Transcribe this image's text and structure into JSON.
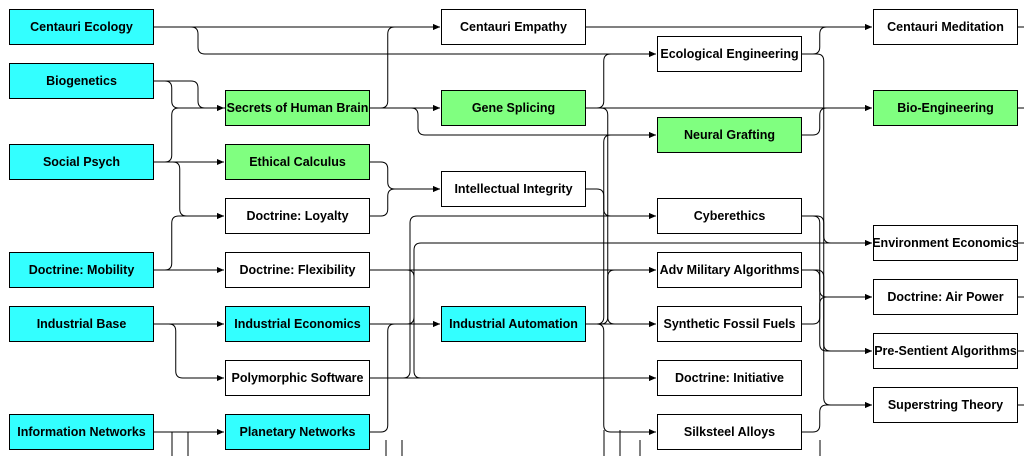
{
  "colors": {
    "cyan": "#33ffff",
    "green": "#80ff80",
    "white": "#ffffff",
    "edge": "#000000"
  },
  "nodes": [
    {
      "id": "centauri-ecology",
      "label": "Centauri Ecology",
      "color": "cyan"
    },
    {
      "id": "biogenetics",
      "label": "Biogenetics",
      "color": "cyan"
    },
    {
      "id": "social-psych",
      "label": "Social Psych",
      "color": "cyan"
    },
    {
      "id": "doctrine-mobility",
      "label": "Doctrine: Mobility",
      "color": "cyan"
    },
    {
      "id": "industrial-base",
      "label": "Industrial Base",
      "color": "cyan"
    },
    {
      "id": "information-networks",
      "label": "Information Networks",
      "color": "cyan"
    },
    {
      "id": "secrets-of-human-brain",
      "label": "Secrets of Human Brain",
      "color": "green"
    },
    {
      "id": "ethical-calculus",
      "label": "Ethical Calculus",
      "color": "green"
    },
    {
      "id": "doctrine-loyalty",
      "label": "Doctrine: Loyalty",
      "color": "white"
    },
    {
      "id": "doctrine-flexibility",
      "label": "Doctrine: Flexibility",
      "color": "white"
    },
    {
      "id": "industrial-economics",
      "label": "Industrial Economics",
      "color": "cyan"
    },
    {
      "id": "polymorphic-software",
      "label": "Polymorphic Software",
      "color": "white"
    },
    {
      "id": "planetary-networks",
      "label": "Planetary Networks",
      "color": "cyan"
    },
    {
      "id": "centauri-empathy",
      "label": "Centauri Empathy",
      "color": "white"
    },
    {
      "id": "gene-splicing",
      "label": "Gene Splicing",
      "color": "green"
    },
    {
      "id": "intellectual-integrity",
      "label": "Intellectual Integrity",
      "color": "white"
    },
    {
      "id": "industrial-automation",
      "label": "Industrial Automation",
      "color": "cyan"
    },
    {
      "id": "ecological-engineering",
      "label": "Ecological Engineering",
      "color": "white"
    },
    {
      "id": "neural-grafting",
      "label": "Neural Grafting",
      "color": "green"
    },
    {
      "id": "cyberethics",
      "label": "Cyberethics",
      "color": "white"
    },
    {
      "id": "adv-military-algorithms",
      "label": "Adv Military Algorithms",
      "color": "white"
    },
    {
      "id": "synthetic-fossil-fuels",
      "label": "Synthetic Fossil Fuels",
      "color": "white"
    },
    {
      "id": "doctrine-initiative",
      "label": "Doctrine: Initiative",
      "color": "white"
    },
    {
      "id": "silksteel-alloys",
      "label": "Silksteel Alloys",
      "color": "white"
    },
    {
      "id": "centauri-meditation",
      "label": "Centauri Meditation",
      "color": "white"
    },
    {
      "id": "bio-engineering",
      "label": "Bio-Engineering",
      "color": "green"
    },
    {
      "id": "environment-economics",
      "label": "Environment Economics",
      "color": "white"
    },
    {
      "id": "doctrine-air-power",
      "label": "Doctrine: Air Power",
      "color": "white"
    },
    {
      "id": "pre-sentient-algorithms",
      "label": "Pre-Sentient Algorithms",
      "color": "white"
    },
    {
      "id": "superstring-theory",
      "label": "Superstring Theory",
      "color": "white"
    }
  ],
  "edges": [
    {
      "from": "biogenetics",
      "to": "secrets-of-human-brain"
    },
    {
      "from": "social-psych",
      "to": "secrets-of-human-brain"
    },
    {
      "from": "social-psych",
      "to": "ethical-calculus"
    },
    {
      "from": "social-psych",
      "to": "doctrine-loyalty"
    },
    {
      "from": "doctrine-mobility",
      "to": "doctrine-loyalty"
    },
    {
      "from": "doctrine-mobility",
      "to": "doctrine-flexibility"
    },
    {
      "from": "industrial-base",
      "to": "industrial-economics"
    },
    {
      "from": "industrial-base",
      "to": "polymorphic-software"
    },
    {
      "from": "information-networks",
      "to": "planetary-networks"
    },
    {
      "from": "centauri-ecology",
      "to": "centauri-empathy"
    },
    {
      "from": "secrets-of-human-brain",
      "to": "centauri-empathy"
    },
    {
      "from": "biogenetics",
      "to": "gene-splicing"
    },
    {
      "from": "secrets-of-human-brain",
      "to": "gene-splicing"
    },
    {
      "from": "ethical-calculus",
      "to": "intellectual-integrity"
    },
    {
      "from": "doctrine-loyalty",
      "to": "intellectual-integrity"
    },
    {
      "from": "industrial-economics",
      "to": "industrial-automation"
    },
    {
      "from": "planetary-networks",
      "to": "industrial-automation"
    },
    {
      "from": "centauri-ecology",
      "to": "ecological-engineering"
    },
    {
      "from": "gene-splicing",
      "to": "ecological-engineering"
    },
    {
      "from": "secrets-of-human-brain",
      "to": "neural-grafting"
    },
    {
      "from": "industrial-automation",
      "to": "neural-grafting"
    },
    {
      "from": "intellectual-integrity",
      "to": "cyberethics"
    },
    {
      "from": "polymorphic-software",
      "to": "cyberethics"
    },
    {
      "from": "doctrine-flexibility",
      "to": "adv-military-algorithms"
    },
    {
      "from": "industrial-automation",
      "to": "adv-military-algorithms"
    },
    {
      "from": "gene-splicing",
      "to": "synthetic-fossil-fuels"
    },
    {
      "from": "industrial-automation",
      "to": "synthetic-fossil-fuels"
    },
    {
      "from": "doctrine-flexibility",
      "to": "doctrine-initiative"
    },
    {
      "from": "polymorphic-software",
      "to": "doctrine-initiative"
    },
    {
      "from": "industrial-automation",
      "to": "silksteel-alloys"
    },
    {
      "from": "centauri-empathy",
      "to": "centauri-meditation"
    },
    {
      "from": "ecological-engineering",
      "to": "centauri-meditation"
    },
    {
      "from": "gene-splicing",
      "to": "bio-engineering"
    },
    {
      "from": "neural-grafting",
      "to": "bio-engineering"
    },
    {
      "from": "ecological-engineering",
      "to": "environment-economics"
    },
    {
      "from": "industrial-economics",
      "to": "environment-economics"
    },
    {
      "from": "adv-military-algorithms",
      "to": "doctrine-air-power"
    },
    {
      "from": "synthetic-fossil-fuels",
      "to": "doctrine-air-power"
    },
    {
      "from": "cyberethics",
      "to": "pre-sentient-algorithms"
    },
    {
      "from": "adv-military-algorithms",
      "to": "pre-sentient-algorithms"
    },
    {
      "from": "cyberethics",
      "to": "superstring-theory"
    },
    {
      "from": "silksteel-alloys",
      "to": "superstring-theory"
    }
  ]
}
